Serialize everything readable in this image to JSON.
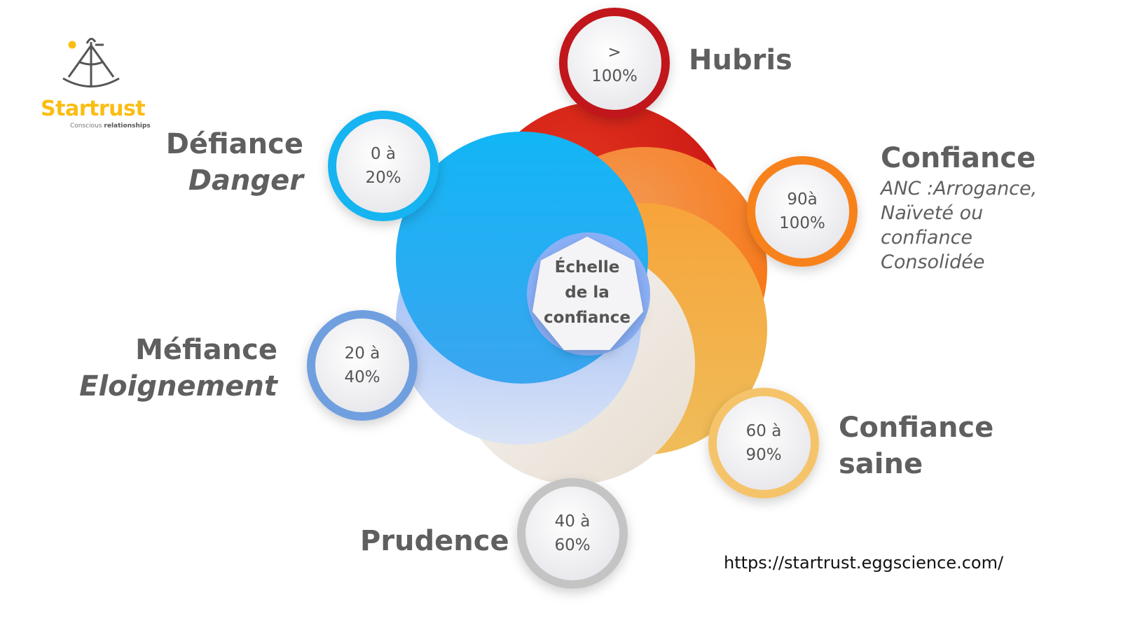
{
  "logo": {
    "name": "Startrust",
    "tagline_prefix": "Conscious",
    "tagline_bold": "relationships"
  },
  "center": {
    "lines": [
      "Échelle",
      "de la",
      "confiance"
    ]
  },
  "levels": [
    {
      "id": "hubris",
      "title": "Hubris",
      "range": [
        ">",
        "100%"
      ],
      "color": "#c0121b"
    },
    {
      "id": "defiance",
      "title": "Défiance",
      "subtitle": "Danger",
      "range": [
        "0 à",
        "20%"
      ],
      "color": "#16b4f0"
    },
    {
      "id": "confiance",
      "title": "Confiance",
      "description": [
        "ANC :Arrogance,",
        "Naïveté ou",
        "confiance",
        "Consolidée"
      ],
      "range": [
        "90à",
        "100%"
      ],
      "color": "#f7821e"
    },
    {
      "id": "mefiance",
      "title": "Méfiance",
      "subtitle": "Eloignement",
      "range": [
        "20 à",
        "40%"
      ],
      "color": "#6f9fe0"
    },
    {
      "id": "confiance-saine",
      "title": [
        "Confiance",
        "saine"
      ],
      "range": [
        "60 à",
        "90%"
      ],
      "color": "#f5c46a"
    },
    {
      "id": "prudence",
      "title": "Prudence",
      "range": [
        "40 à",
        "60%"
      ],
      "color": "#c4c4c4"
    }
  ],
  "url": "https://startrust.eggscience.com/"
}
